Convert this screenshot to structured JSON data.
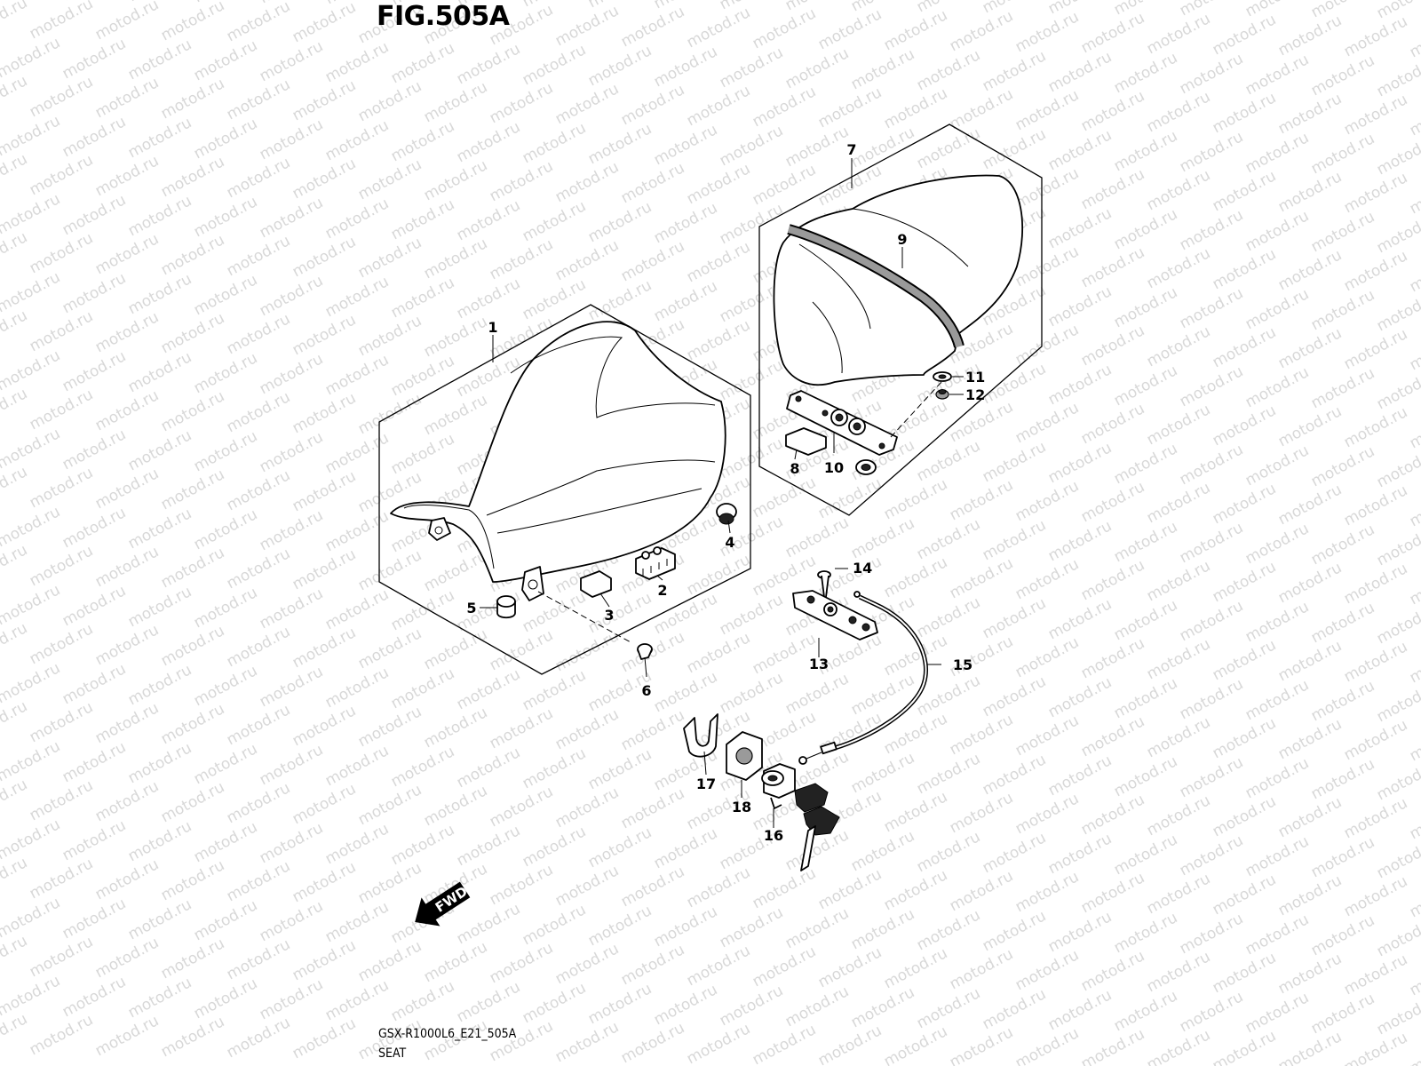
{
  "figure": {
    "title": "FIG.505A",
    "model_code": "GSX-R1000L6_E21_505A",
    "section_name": "SEAT",
    "watermark": "motod.ru",
    "direction_label": "FWD"
  },
  "callouts": [
    {
      "id": "1",
      "label": "1"
    },
    {
      "id": "2",
      "label": "2"
    },
    {
      "id": "3",
      "label": "3"
    },
    {
      "id": "4",
      "label": "4"
    },
    {
      "id": "5",
      "label": "5"
    },
    {
      "id": "6",
      "label": "6"
    },
    {
      "id": "7",
      "label": "7"
    },
    {
      "id": "8",
      "label": "8"
    },
    {
      "id": "9",
      "label": "9"
    },
    {
      "id": "10",
      "label": "10"
    },
    {
      "id": "11",
      "label": "11"
    },
    {
      "id": "12",
      "label": "12"
    },
    {
      "id": "13",
      "label": "13"
    },
    {
      "id": "14",
      "label": "14"
    },
    {
      "id": "15",
      "label": "15"
    },
    {
      "id": "16",
      "label": "16"
    },
    {
      "id": "17",
      "label": "17"
    },
    {
      "id": "18",
      "label": "18"
    }
  ]
}
